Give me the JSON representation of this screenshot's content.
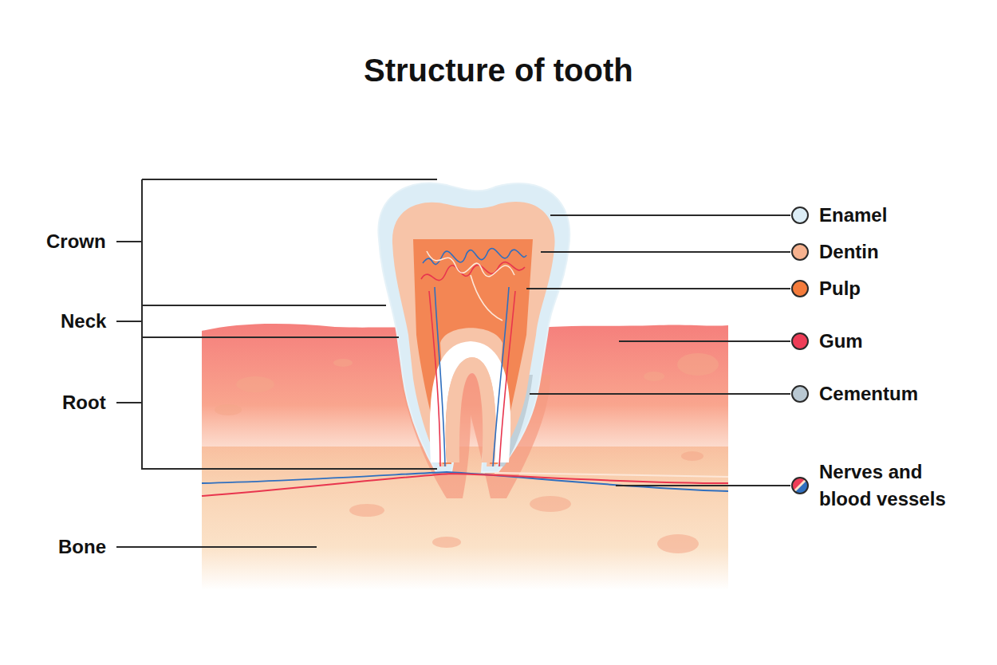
{
  "diagram": {
    "title": "Structure of tooth",
    "labels": [
      "Crown",
      "Neck",
      "Root",
      "Bone"
    ],
    "legend": [
      {
        "text": "Enamel",
        "color": "#dcedf6"
      },
      {
        "text": "Dentin",
        "color": "#f7b28f"
      },
      {
        "text": "Pulp",
        "color": "#f47b3b"
      },
      {
        "text": "Gum",
        "color": "#ee3d57"
      },
      {
        "text": "Cementum",
        "color": "#b9c8d2"
      },
      {
        "text": "Nerves and blood vessels"
      }
    ]
  }
}
